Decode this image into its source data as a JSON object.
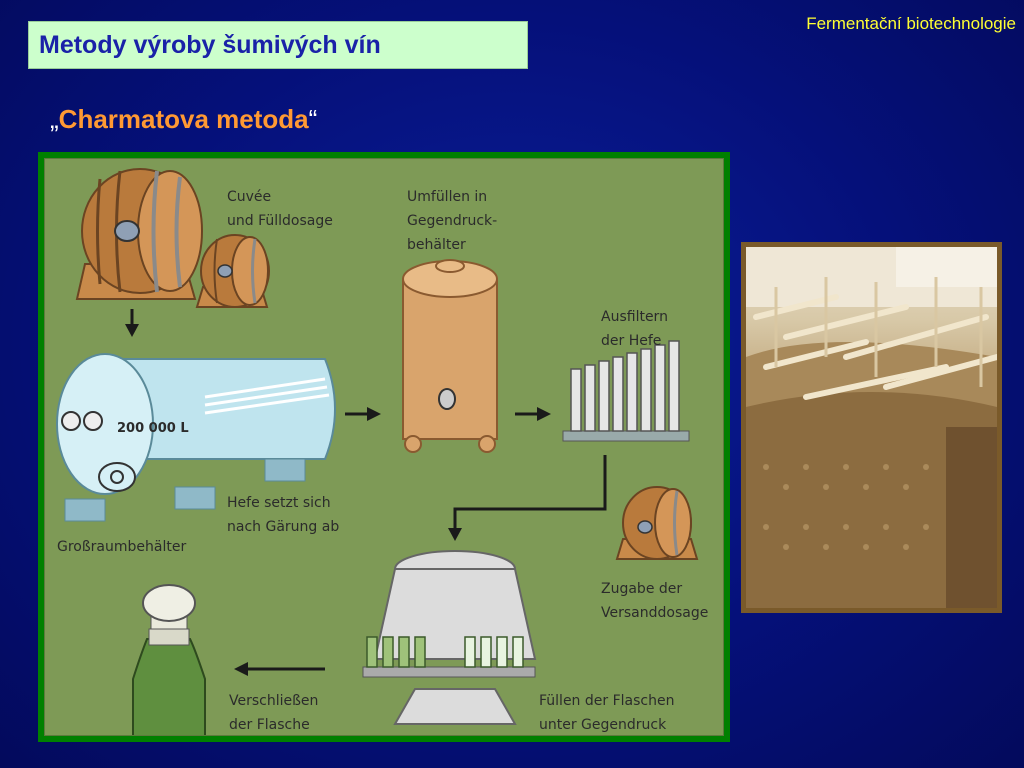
{
  "header": {
    "label": "Fermentační biotechnologie"
  },
  "slide": {
    "title": "Metody výroby šumivých vín",
    "subtitle_open_quote": "„",
    "subtitle_text": "Charmatova metoda",
    "subtitle_close_quote": "“"
  },
  "diagram": {
    "labels": {
      "cuvee_1": "Cuvée",
      "cuvee_2": "und Fülldosage",
      "umfuellen_1": "Umfüllen in",
      "umfuellen_2": "Gegendruck-",
      "umfuellen_3": "behälter",
      "ausfiltern_1": "Ausfiltern",
      "ausfiltern_2": "der Hefe",
      "tank_volume": "200 000 L",
      "hefe_1": "Hefe setzt sich",
      "hefe_2": "nach Gärung ab",
      "grossraum": "Großraumbehälter",
      "zugabe_1": "Zugabe der",
      "zugabe_2": "Versanddosage",
      "fuellen_1": "Füllen der Flaschen",
      "fuellen_2": "unter Gegendruck",
      "verschliessen_1": "Verschließen",
      "verschliessen_2": "der Flasche"
    }
  },
  "colors": {
    "background": "#05107a",
    "header_text": "#ffff33",
    "title_bg": "#ccffcc",
    "title_text": "#1a22a8",
    "subtitle_highlight": "#ff9933",
    "diagram_border": "#008000",
    "diagram_bg": "#7e9a56"
  }
}
